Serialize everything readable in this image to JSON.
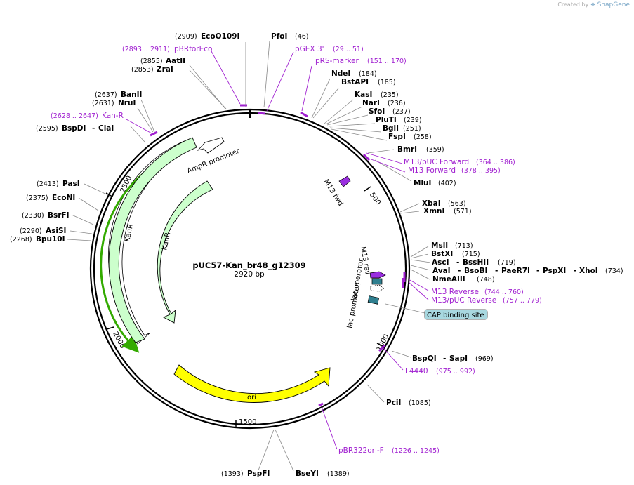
{
  "credit": {
    "prefix": "Created by",
    "brand": "SnapGene"
  },
  "title": "pUC57-Kan_br48_g12309",
  "length_label": "2920 bp",
  "ticks": [
    "500",
    "1000",
    "1500",
    "2000",
    "2500"
  ],
  "enzymes": [
    {
      "id": "ecoo109i",
      "name": "EcoO109I",
      "pos": "(2909)"
    },
    {
      "id": "pfoi",
      "name": "PfoI",
      "pos": "(46)"
    },
    {
      "id": "aatii",
      "name": "AatII",
      "pos": "(2855)"
    },
    {
      "id": "zrai",
      "name": "ZraI",
      "pos": "(2853)"
    },
    {
      "id": "ndei",
      "name": "NdeI",
      "pos": "(184)"
    },
    {
      "id": "bstapi",
      "name": "BstAPI",
      "pos": "(185)"
    },
    {
      "id": "kasi",
      "name": "KasI",
      "pos": "(235)"
    },
    {
      "id": "nari",
      "name": "NarI",
      "pos": "(236)"
    },
    {
      "id": "sfoi",
      "name": "SfoI",
      "pos": "(237)"
    },
    {
      "id": "plutl",
      "name": "PluTI",
      "pos": "(239)"
    },
    {
      "id": "bgli",
      "name": "BglI",
      "pos": "(251)"
    },
    {
      "id": "fspi",
      "name": "FspI",
      "pos": "(258)"
    },
    {
      "id": "banii",
      "name": "BanII",
      "pos": "(2637)"
    },
    {
      "id": "nrui",
      "name": "NruI",
      "pos": "(2631)"
    },
    {
      "id": "bspdi",
      "name": "BspDI",
      "pos": "(2595)"
    },
    {
      "id": "clai",
      "name": "ClaI",
      "pos": ""
    },
    {
      "id": "bmri",
      "name": "BmrI",
      "pos": "(359)"
    },
    {
      "id": "mlui",
      "name": "MluI",
      "pos": "(402)"
    },
    {
      "id": "pasi",
      "name": "PasI",
      "pos": "(2413)"
    },
    {
      "id": "econi",
      "name": "EcoNI",
      "pos": "(2375)"
    },
    {
      "id": "bsrfi",
      "name": "BsrFI",
      "pos": "(2330)"
    },
    {
      "id": "asisi",
      "name": "AsiSI",
      "pos": "(2290)"
    },
    {
      "id": "bpu10i",
      "name": "Bpu10I",
      "pos": "(2268)"
    },
    {
      "id": "xbai",
      "name": "XbaI",
      "pos": "(563)"
    },
    {
      "id": "xmni",
      "name": "XmnI",
      "pos": "(571)"
    },
    {
      "id": "msli",
      "name": "MslI",
      "pos": "(713)"
    },
    {
      "id": "bstxi",
      "name": "BstXI",
      "pos": "(715)"
    },
    {
      "id": "asci",
      "name": "AscI",
      "pos": ""
    },
    {
      "id": "bsshii",
      "name": "BssHII",
      "pos": "(719)"
    },
    {
      "id": "avai",
      "name": "AvaI",
      "pos": ""
    },
    {
      "id": "bsobi",
      "name": "BsoBI",
      "pos": ""
    },
    {
      "id": "paer7i",
      "name": "PaeR7I",
      "pos": ""
    },
    {
      "id": "pspxi",
      "name": "PspXI",
      "pos": ""
    },
    {
      "id": "xhoi",
      "name": "XhoI",
      "pos": "(734)"
    },
    {
      "id": "nmeaiii",
      "name": "NmeAIII",
      "pos": "(748)"
    },
    {
      "id": "bspqi",
      "name": "BspQI",
      "pos": ""
    },
    {
      "id": "sapi",
      "name": "SapI",
      "pos": "(969)"
    },
    {
      "id": "pcii",
      "name": "PciI",
      "pos": "(1085)"
    },
    {
      "id": "pspfi",
      "name": "PspFI",
      "pos": "(1393)"
    },
    {
      "id": "bseyi",
      "name": "BseYI",
      "pos": "(1389)"
    }
  ],
  "primers": [
    {
      "id": "pbrforeco",
      "name": "pBRforEco",
      "range": "(2893 .. 2911)"
    },
    {
      "id": "pgex3",
      "name": "pGEX 3'",
      "range": "(29 .. 51)"
    },
    {
      "id": "prsmarker",
      "name": "pRS-marker",
      "range": "(151 .. 170)"
    },
    {
      "id": "kanr",
      "name": "Kan-R",
      "range": "(2628 .. 2647)"
    },
    {
      "id": "m13puc_fwd",
      "name": "M13/pUC Forward",
      "range": "(364 .. 386)"
    },
    {
      "id": "m13_fwd",
      "name": "M13 Forward",
      "range": "(378 .. 395)"
    },
    {
      "id": "m13_rev",
      "name": "M13 Reverse",
      "range": "(744 .. 760)"
    },
    {
      "id": "m13puc_rev",
      "name": "M13/pUC Reverse",
      "range": "(757 .. 779)"
    },
    {
      "id": "l4440",
      "name": "L4440",
      "range": "(975 .. 992)"
    },
    {
      "id": "pbr322ori",
      "name": "pBR322ori-F",
      "range": "(1226 .. 1245)"
    }
  ],
  "features": {
    "ampr_promoter": "AmpR promoter",
    "kanr_outer": "KanR",
    "kanr_inner": "KanR",
    "ori": "ori",
    "m13_fwd": "M13 fwd",
    "m13_rev": "M13 rev",
    "lac_operator": "lac operator",
    "lac_promoter": "lac promoter",
    "cap_site": "CAP binding site"
  },
  "colors": {
    "backbone": "#000000",
    "primer": "#a020d0",
    "kanr_fill": "#ccffcc",
    "kanr_highlight": "#33aa00",
    "ori_fill": "#ffff00",
    "lac_fill": "#2f7f8f",
    "cap_fill": "#a8d8e0",
    "m13_fill": "#9a2ee0"
  }
}
